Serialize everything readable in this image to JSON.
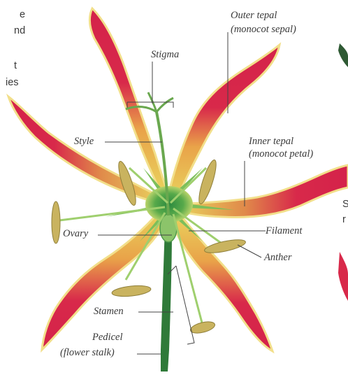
{
  "labels": {
    "stigma": "Stigma",
    "outer_tepal": "Outer tepal",
    "outer_tepal_sub": "(monocot sepal)",
    "style": "Style",
    "inner_tepal": "Inner tepal",
    "inner_tepal_sub": "(monocot petal)",
    "ovary": "Ovary",
    "filament": "Filament",
    "anther": "Anther",
    "stamen": "Stamen",
    "pedicel": "Pedicel",
    "pedicel_sub": "(flower stalk)"
  },
  "cropped_text": {
    "left_col": [
      "e",
      "nd",
      "t",
      "ies"
    ],
    "right_col": [
      "S",
      "r"
    ]
  },
  "colors": {
    "tepal_red": "#d8294a",
    "tepal_yellow": "#f2d86a",
    "tepal_edge": "#f6e7a0",
    "center_green": "#3f9b46",
    "stem_green": "#2f7a39",
    "anther_olive": "#b8a65a",
    "leader_line": "#444444"
  }
}
